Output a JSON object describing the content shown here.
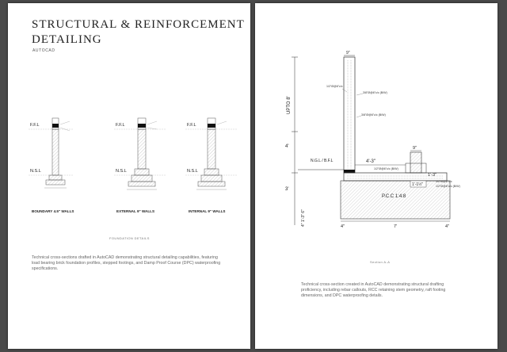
{
  "left_page": {
    "title": "STRUCTURAL & REINFORCEMENT DETAILING",
    "subtitle": "AUTOCAD",
    "labels": {
      "ffl": "F.F.L",
      "nsl": "N.S.L"
    },
    "details": [
      {
        "caption": "BOUNDARY 4.5\" WALLS"
      },
      {
        "caption": "EXTERNAL 9\" WALLS"
      },
      {
        "caption": "INTERNAL 9\" WALLS"
      }
    ],
    "figure_caption": "FOUNDATION DETAILS",
    "description": "Technical cross-sections drafted in AutoCAD demonstrating structural detailing capabilities, featuring load bearing brick foundation profiles, stepped footings, and Damp Proof Course (DPC) waterproofing specifications."
  },
  "right_page": {
    "dimensions": {
      "top_width": "9\"",
      "upto": "UPTO 8'",
      "four": "4'",
      "four_three": "4'-3\"",
      "three": "3'",
      "four_one_three_six": "4\" 1'-3\" 6\"",
      "one_three": "1'-3\"",
      "one_three_box": "1'-1½\"",
      "base_four_left": "4\"",
      "base_seven": "7'",
      "base_four_right": "4\"",
      "right_nine": "9\""
    },
    "callouts": {
      "main_bar": "1/2\"Ø@6\"c/c",
      "dist_bar1": "3/8\"Ø@6\"c/c (B/W)",
      "dist_bar2": "3/8\"Ø@6\"c/c (B/W)",
      "raft_bar": "1/2\"Ø@6\"c/c (B/W)",
      "right_bar1": "1/2\"Ø@6\"c/c",
      "right_bar2": "1/2\"Ø@6\"c/c (B/W)"
    },
    "ngl": "N.G.L / B.F.L",
    "pcc": "P.C.C 1:4:8",
    "figure_caption": "Section A-A",
    "description": "Technical cross-section created in AutoCAD demonstrating structural drafting proficiency, including rebar callouts, RCC retaining stem geometry, raft footing dimensions, and DPC waterproofing details."
  }
}
